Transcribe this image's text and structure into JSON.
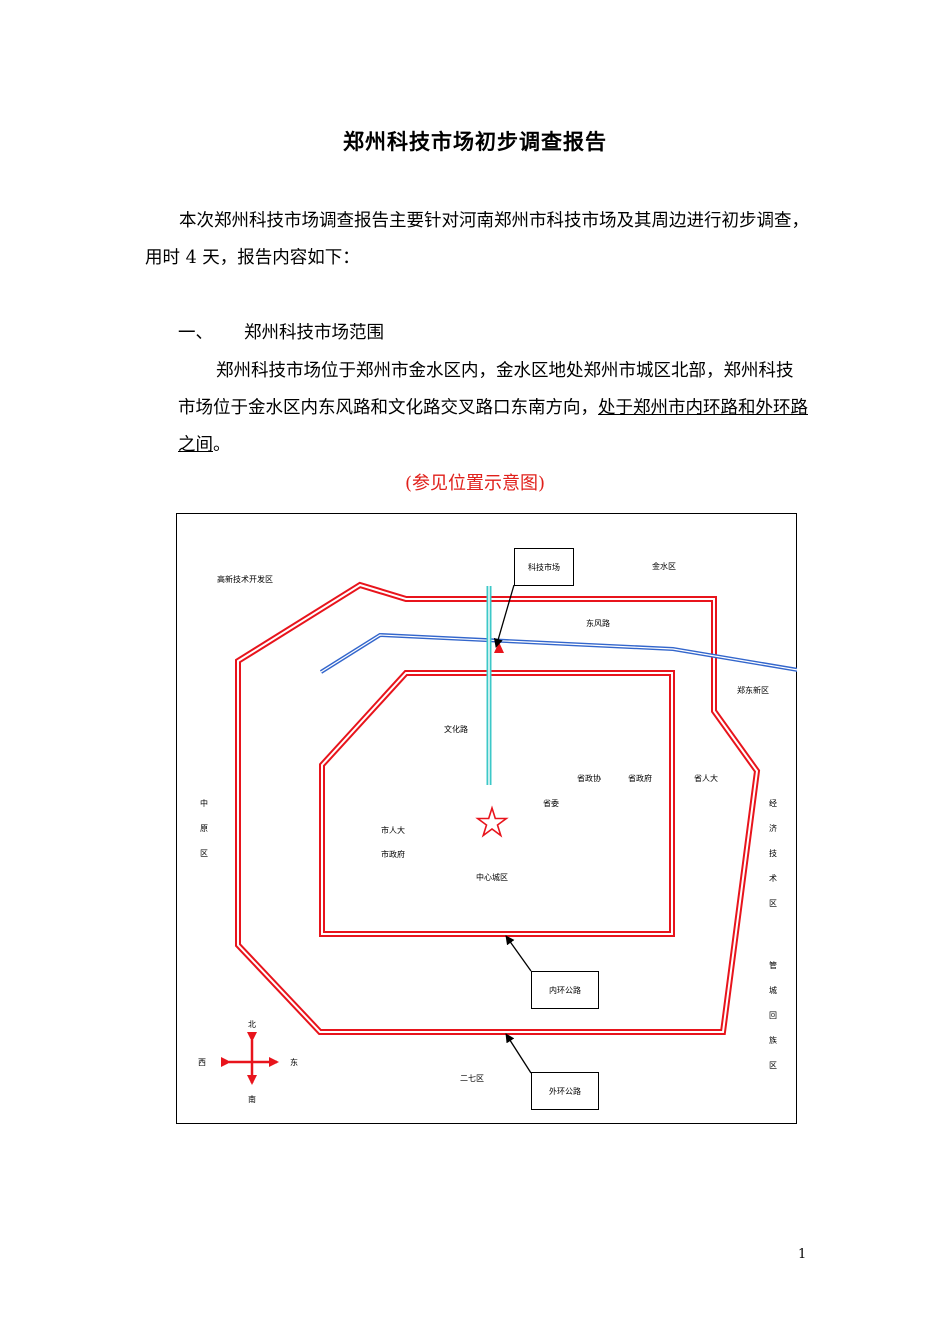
{
  "title": "郑州科技市场初步调查报告",
  "intro": "本次郑州科技市场调查报告主要针对河南郑州市科技市场及其周边进行初步调查，用时 4 天，报告内容如下：",
  "section1": {
    "number": "一、",
    "heading": "郑州科技市场范围",
    "text_before": "郑州科技市场位于郑州市金水区内，金水区地处郑州市城区北部，郑州科技市场位于金水区内东风路和文化路交叉路口东南方向，",
    "text_underlined": "处于郑州市内环路和外环路之间",
    "text_after": "。"
  },
  "caption": "(参见位置示意图)",
  "map": {
    "labels": {
      "gaoxin": "高新技术开发区",
      "jinshui": "金水区",
      "dongfeng": "东风路",
      "zhengdong": "郑东新区",
      "wenhua": "文化路",
      "shengzhengxie": "省政协",
      "shengzhengfu": "省政府",
      "shengrenda": "省人大",
      "shengwei": "省委",
      "shirenda": "市人大",
      "shizhengfu": "市政府",
      "zhongxin": "中心城区",
      "erqi": "二七区"
    },
    "vertical_labels": {
      "zhongyuan": [
        "中",
        "原",
        "区"
      ],
      "jingji": [
        "经",
        "济",
        "技",
        "术",
        "区"
      ],
      "guancheng": [
        "管",
        "城",
        "回",
        "族",
        "区"
      ]
    },
    "callouts": {
      "keji": "科技市场",
      "neihuan": "内环公路",
      "waihuan": "外环公路"
    },
    "compass": {
      "north": "北",
      "south": "南",
      "west": "西",
      "east": "东"
    },
    "colors": {
      "ring": "#e8141c",
      "road_blue": "#3366cc",
      "road_cyan": "#3cc8c8",
      "marker": "#e8141c"
    }
  },
  "page_number": "1"
}
